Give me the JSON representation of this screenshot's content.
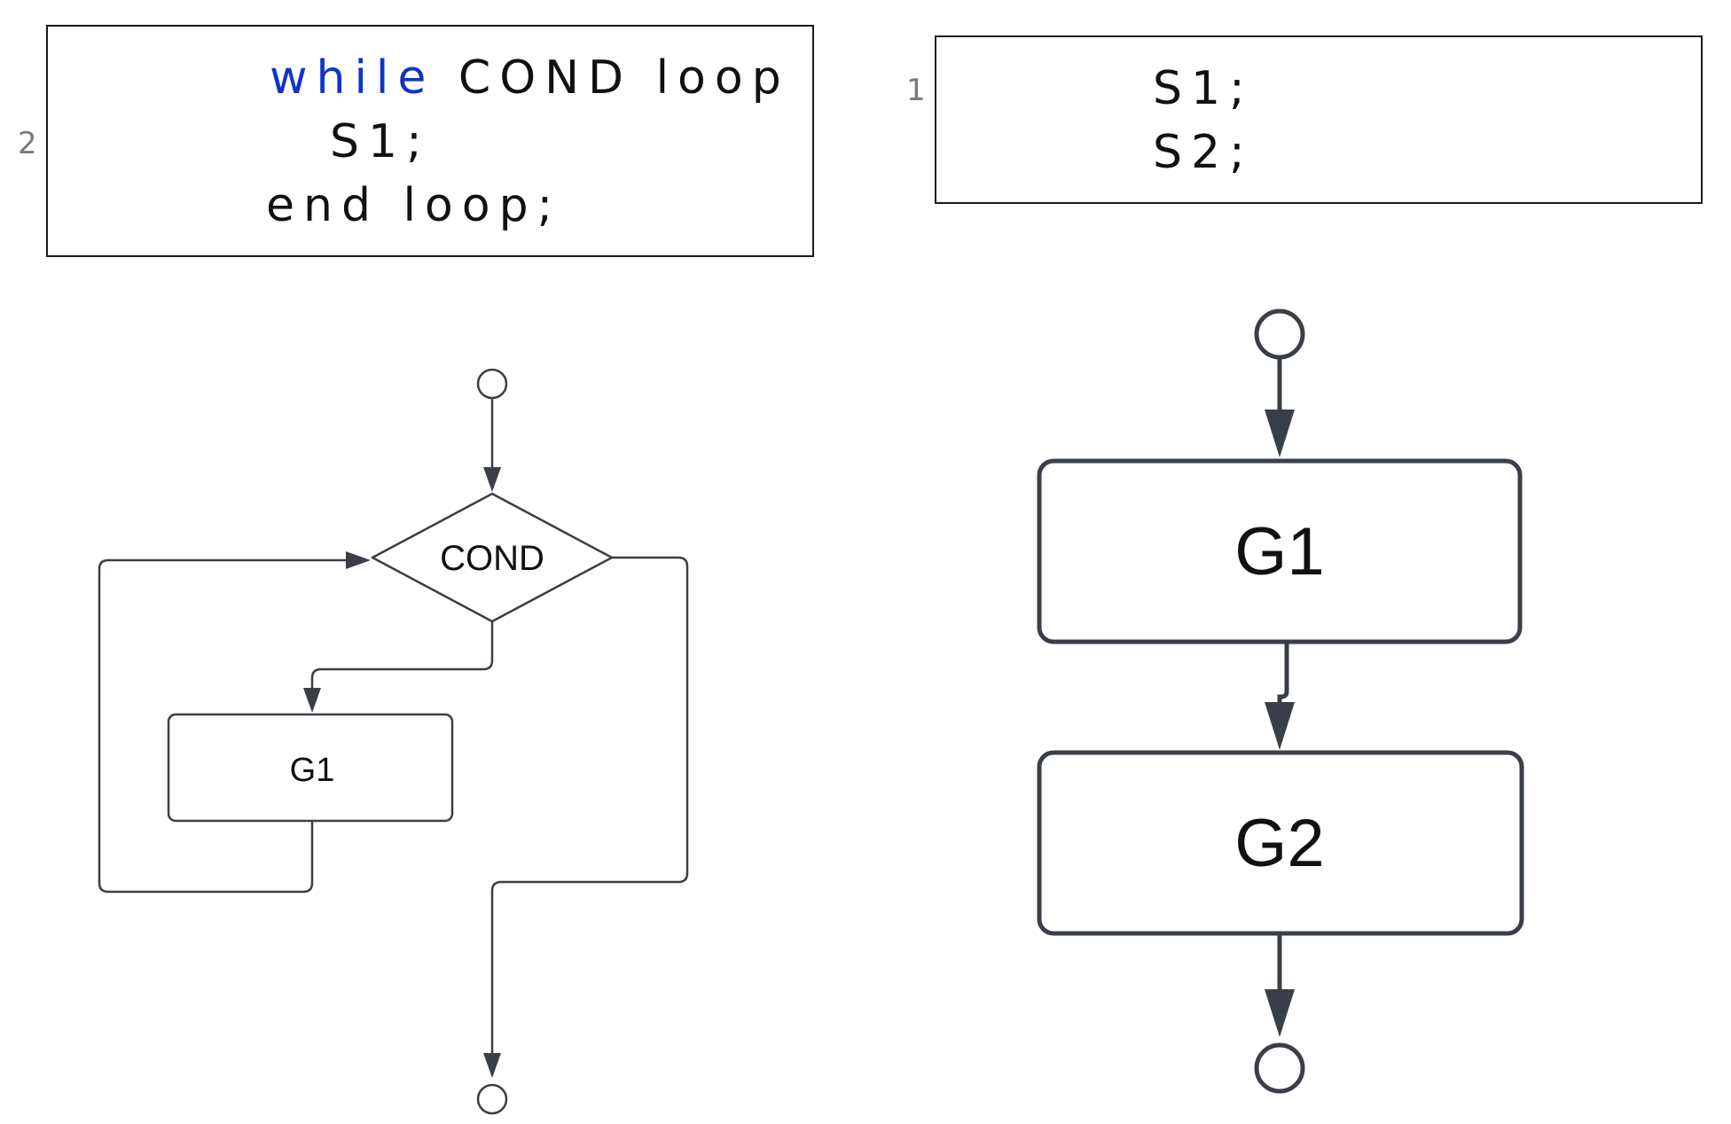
{
  "left_listing": {
    "line_number": "2",
    "lines": [
      {
        "keyword": "while",
        "rest": " COND loop"
      },
      {
        "text": "S1;"
      },
      {
        "text": "end loop;"
      }
    ]
  },
  "right_listing": {
    "line_number": "1",
    "lines": [
      {
        "text": "S1;"
      },
      {
        "text": "S2;"
      }
    ]
  },
  "while_flowchart": {
    "decision_label": "COND",
    "block_label": "G1"
  },
  "sequence_flowchart": {
    "first_block_label": "G1",
    "second_block_label": "G2"
  },
  "colors": {
    "keyword": "#1133cc",
    "line_number": "#7a7a7a",
    "diagram_stroke": "#3a3f47"
  }
}
